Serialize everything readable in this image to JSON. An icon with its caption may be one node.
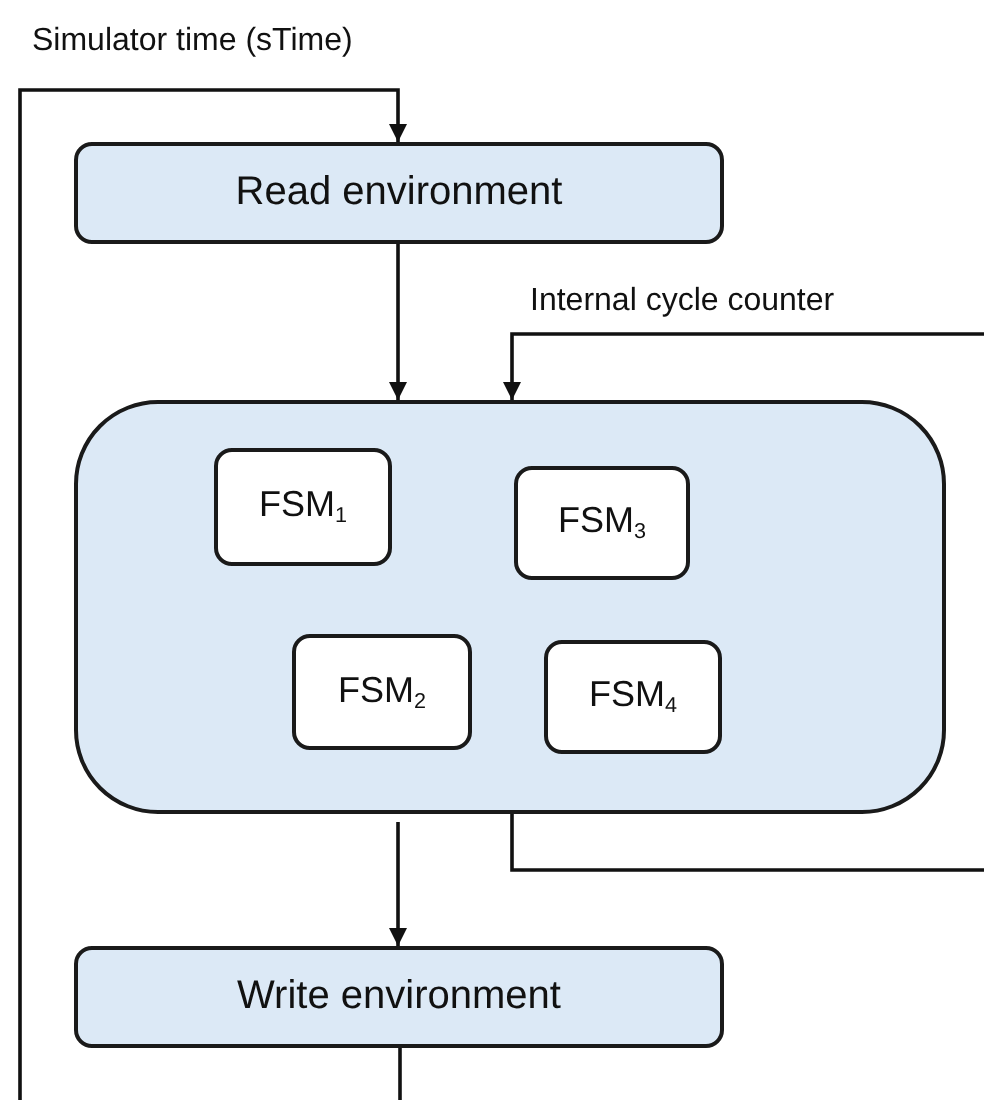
{
  "diagram": {
    "nodes": [
      {
        "text": [
          "Read environment"
        ]
      },
      {
        "text": [],
        "shape": "box"
      },
      {
        "text": [
          "FSM$_{1}$"
        ],
        "in": 1
      },
      {
        "text": [
          "FSM$_{3}$"
        ],
        "in": 1
      },
      {
        "text": [
          "FSM$_{2}$"
        ],
        "in": 1
      },
      {
        "text": [
          "FSM$_{4}$"
        ],
        "in": 1
      },
      {
        "text": [
          "Write environment"
        ]
      }
    ],
    "edges": [
      {
        "from": null,
        "to": 0,
        "arrow": "to"
      },
      {
        "from": 0,
        "to": 1,
        "arrow": "to"
      },
      {
        "from": null,
        "to": 1,
        "arrow": "to"
      },
      {
        "from": 1,
        "to": null,
        "arrow": "none"
      },
      {
        "from": 1,
        "to": 6,
        "arrow": "to"
      },
      {
        "from": 6,
        "to": null,
        "arrow": "none"
      }
    ],
    "labels": [
      "Simulator time (sTime)",
      "Internal cycle counter"
    ]
  }
}
